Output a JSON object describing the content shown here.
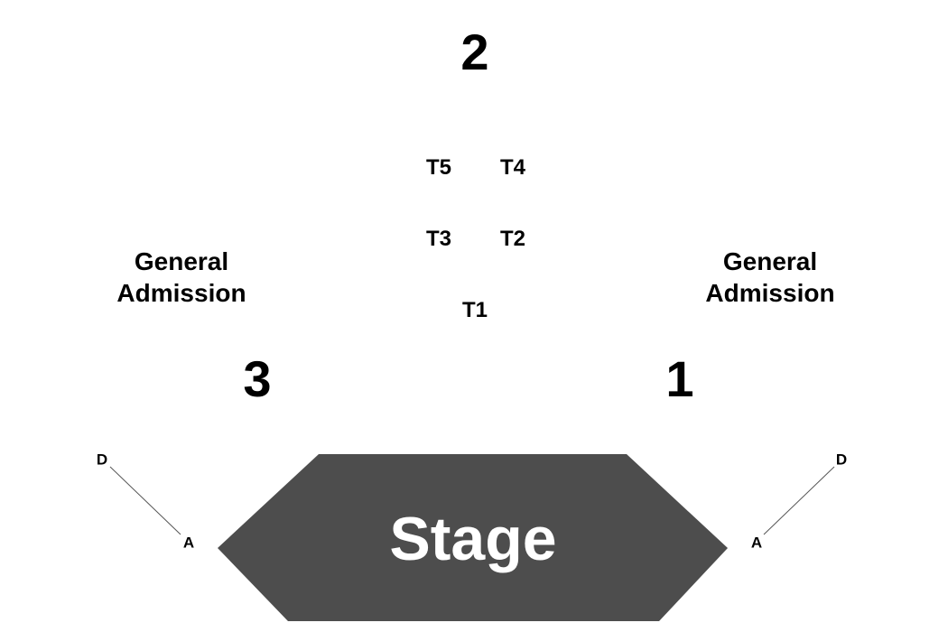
{
  "sections": {
    "section_2": "2",
    "section_3": "3",
    "section_1": "1"
  },
  "tables": {
    "t5": "T5",
    "t4": "T4",
    "t3": "T3",
    "t2": "T2",
    "t1": "T1"
  },
  "general_admission": {
    "left": {
      "line1": "General",
      "line2": "Admission"
    },
    "right": {
      "line1": "General",
      "line2": "Admission"
    }
  },
  "rows": {
    "left": {
      "start": "A",
      "end": "D"
    },
    "right": {
      "start": "A",
      "end": "D"
    }
  },
  "stage": {
    "label": "Stage",
    "color": "#4d4d4d"
  },
  "colors": {
    "text": "#000000",
    "row_line": "#555555",
    "stage_text": "#ffffff"
  }
}
